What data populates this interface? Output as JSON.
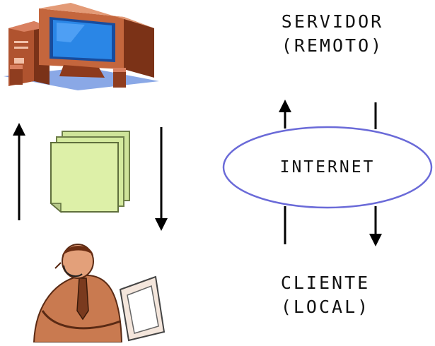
{
  "server": {
    "line1": "SERVIDOR",
    "line2": "(REMOTO)",
    "icon": "desktop-computer-icon"
  },
  "client": {
    "line1": "CLIENTE",
    "line2": "(LOCAL)",
    "icon": "person-at-computer-icon"
  },
  "network": {
    "label": "INTERNET"
  },
  "documents": {
    "icon": "document-stack-icon"
  },
  "colors": {
    "ellipse_stroke": "#6a6ad8",
    "monitor_screen": "#1e6fd0",
    "computer_body": "#a9482a",
    "paper": "#d9ef9a",
    "person_skin": "#c97a50"
  }
}
